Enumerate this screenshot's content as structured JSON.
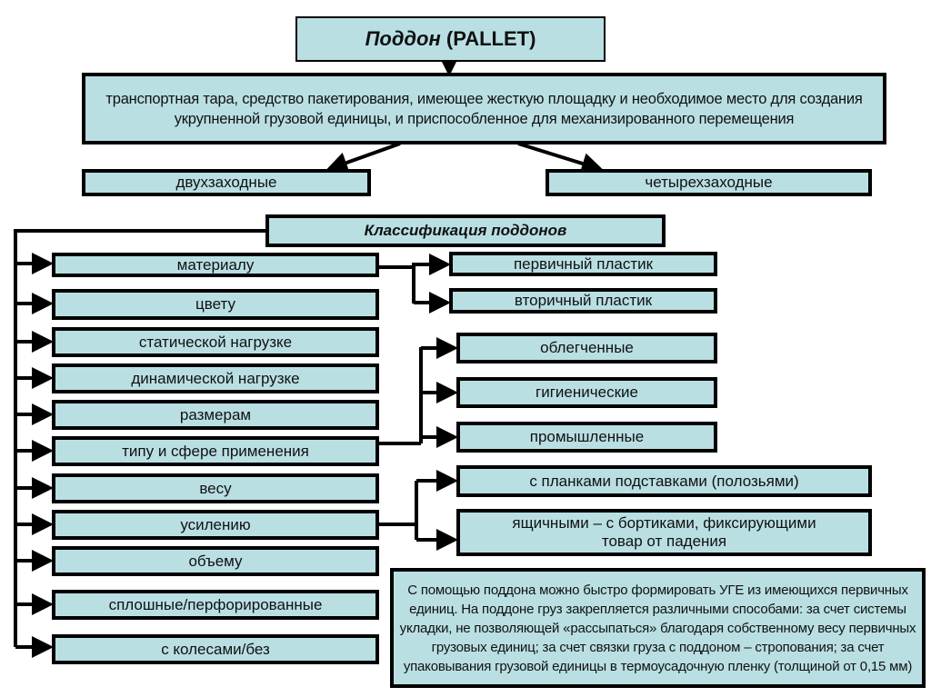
{
  "title": {
    "italic": "Поддон",
    "rest": " (PALLET)"
  },
  "definition": "транспортная тара, средство пакетирования, имеющее жесткую площадку и необходимое место для создания укрупненной грузовой единицы, и приспособленное для механизированного перемещения",
  "entry_types": [
    "двухзаходные",
    "четырехзаходные"
  ],
  "classification_title": "Классификация поддонов",
  "criteria": [
    "материалу",
    "цвету",
    "статической нагрузке",
    "динамической нагрузке",
    "размерам",
    "типу и сфере применения",
    "весу",
    "усилению",
    "объему",
    "сплошные/перфорированные",
    "с колесами/без"
  ],
  "material_types": [
    "первичный пластик",
    "вторичный пластик"
  ],
  "application_types": [
    "облегченные",
    "гигиенические",
    "промышленные"
  ],
  "reinforcement_types": [
    "с планками подставками (полозьями)",
    "ящичными – с бортиками, фиксирующими товар от падения"
  ],
  "note": "С помощью поддона можно быстро формировать УГЕ из имеющихся первичных единиц. На поддоне груз закрепляется различными способами: за счет системы укладки, не позволяющей «рассыпаться» благодаря собственному весу первичных грузовых  единиц; за счет связки груза с поддоном – стропования;  за счет упаковывания грузовой единицы в термоусадочную пленку (толщиной от 0,15 мм)",
  "colors": {
    "box_fill": "#b9dfe3",
    "border": "#000000"
  }
}
